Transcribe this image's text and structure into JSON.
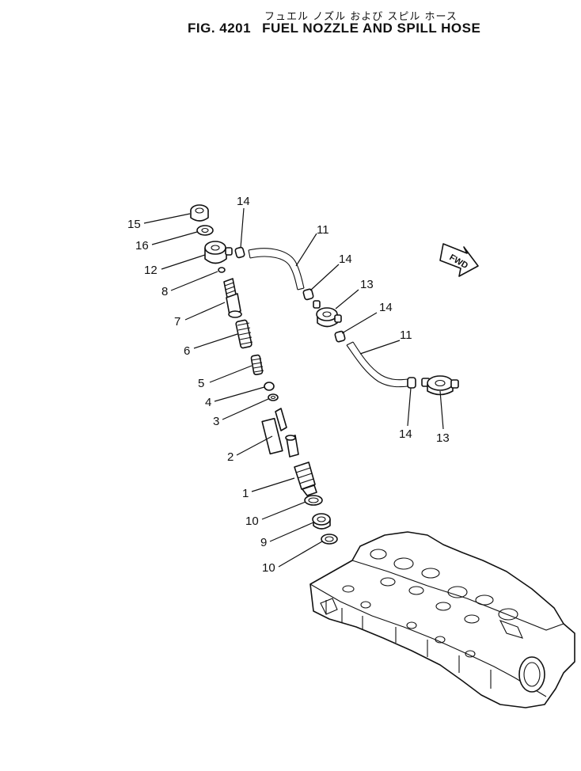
{
  "header": {
    "jp_title": "フュエル ノズル および スピル ホース",
    "fig_number": "FIG. 4201",
    "title": "FUEL NOZZLE AND SPILL HOSE"
  },
  "direction_marker": {
    "label": "FWD",
    "icon": "forward-arrow-icon"
  },
  "callouts": [
    {
      "id": "c15",
      "label": "15"
    },
    {
      "id": "c16",
      "label": "16"
    },
    {
      "id": "c12",
      "label": "12"
    },
    {
      "id": "c8",
      "label": "8"
    },
    {
      "id": "c7",
      "label": "7"
    },
    {
      "id": "c6",
      "label": "6"
    },
    {
      "id": "c5",
      "label": "5"
    },
    {
      "id": "c4",
      "label": "4"
    },
    {
      "id": "c3",
      "label": "3"
    },
    {
      "id": "c2",
      "label": "2"
    },
    {
      "id": "c1",
      "label": "1"
    },
    {
      "id": "c10a",
      "label": "10"
    },
    {
      "id": "c9",
      "label": "9"
    },
    {
      "id": "c10b",
      "label": "10"
    },
    {
      "id": "c14a",
      "label": "14"
    },
    {
      "id": "c11a",
      "label": "11"
    },
    {
      "id": "c14b",
      "label": "14"
    },
    {
      "id": "c13a",
      "label": "13"
    },
    {
      "id": "c14c",
      "label": "14"
    },
    {
      "id": "c11b",
      "label": "11"
    },
    {
      "id": "c14d",
      "label": "14"
    },
    {
      "id": "c13b",
      "label": "13"
    }
  ]
}
